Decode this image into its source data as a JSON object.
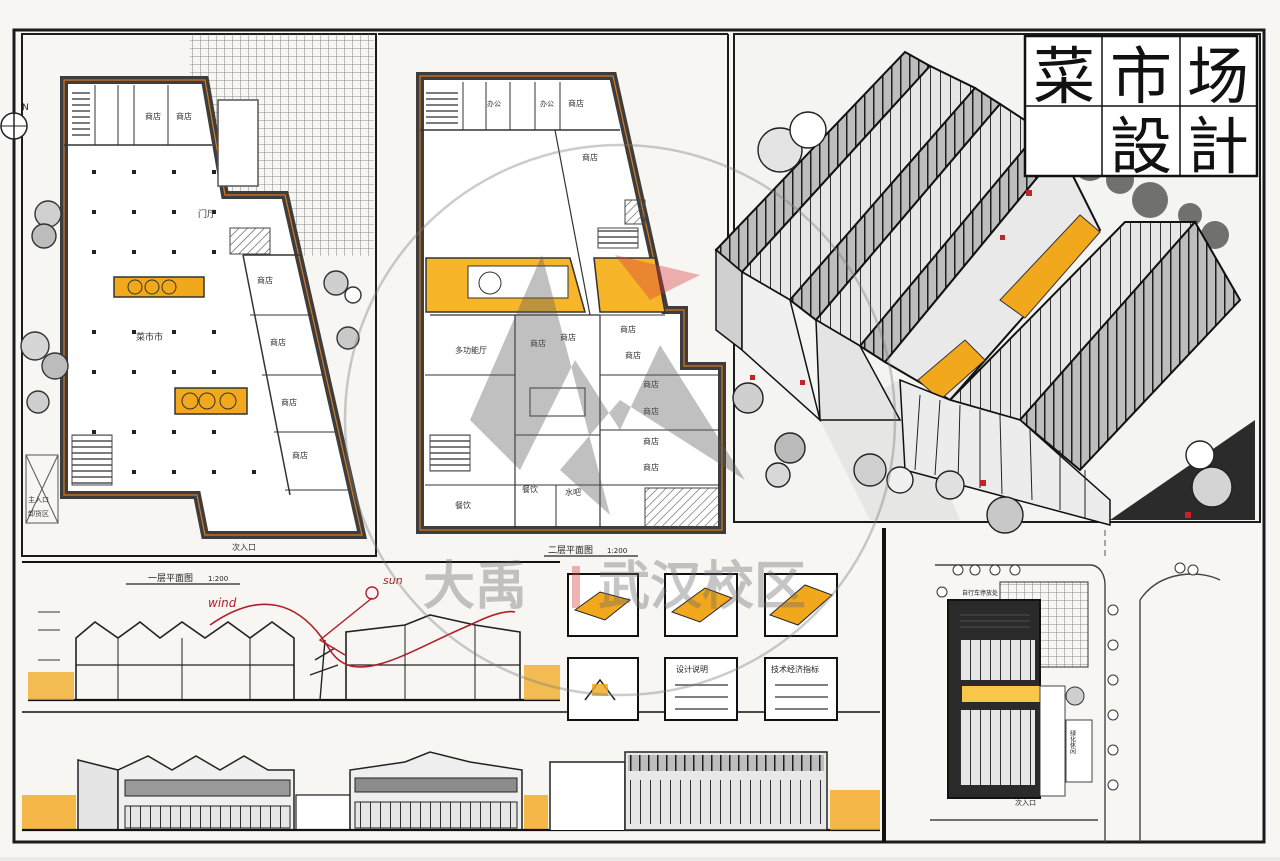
{
  "title": {
    "line1": [
      "菜",
      "市",
      "场"
    ],
    "line2": [
      "設",
      "計"
    ]
  },
  "north_label": "N",
  "ground_plan": {
    "caption": "一层平面图",
    "scale": "1:200",
    "hall_label": "门厅",
    "market_label": "菜市市",
    "entrance_label": "次入口",
    "side_label": "主入口",
    "shop_label": "商店",
    "loading_label": "卸货区"
  },
  "upper_plan": {
    "caption": "二层平面图",
    "scale": "1:200",
    "shop_label": "商店",
    "office_label": "办公",
    "dining_label": "餐饮",
    "cafe_label": "水吧",
    "hall_label": "多功能厅"
  },
  "section": {
    "wind_label": "wind",
    "sun_label": "sun"
  },
  "analysis": {
    "design_notes_label": "设计说明",
    "tech_label": "技术经济指标"
  },
  "site_plan": {
    "entrance_label": "次入口",
    "parking_label": "自行车停放处",
    "green_label": "绿化休闲"
  },
  "watermark": {
    "brand": "大禹",
    "campus": "武汉校区"
  },
  "colors": {
    "accent": "#f2a81d",
    "accent_light": "#f7c64a",
    "ink": "#1b1b1b",
    "grey": "#6f6f6f",
    "red": "#c0252a"
  }
}
